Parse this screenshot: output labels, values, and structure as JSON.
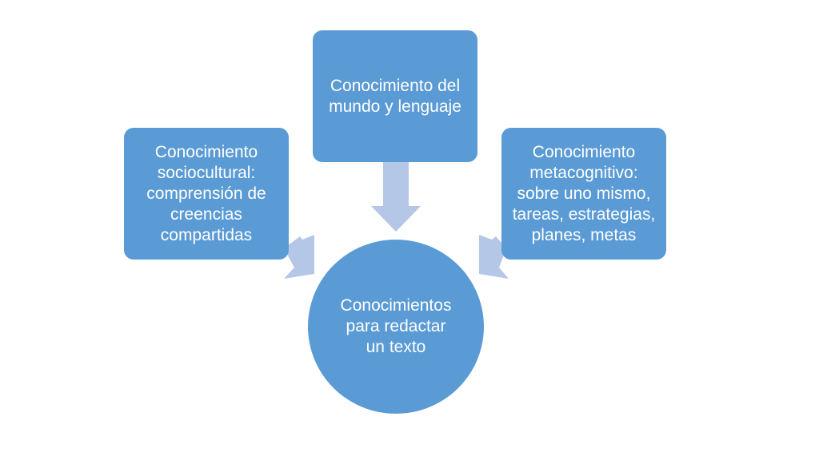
{
  "colors": {
    "shape_fill": "#5b9bd5",
    "arrow_fill": "#b4c7e7",
    "text": "#ffffff",
    "background": "#ffffff"
  },
  "nodes": {
    "top": "Conocimiento del\nmundo y lenguaje",
    "left": "Conocimiento\nsociocultural:\ncomprensión de\ncreencias\ncompartidas",
    "right": "Conocimiento\nmetacognitivo:\nsobre uno mismo,\ntareas, estrategias,\nplanes, metas",
    "center": "Conocimientos\npara redactar\nun texto"
  }
}
